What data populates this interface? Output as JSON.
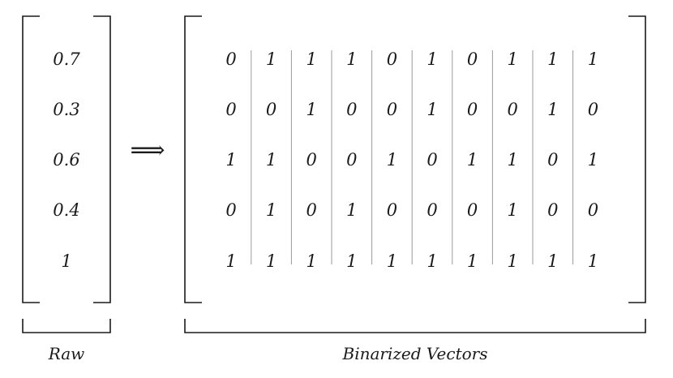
{
  "raw_vector": {
    "values": [
      "0.7",
      "0.3",
      "0.6",
      "0.4",
      "1"
    ],
    "label": "Raw"
  },
  "arrow_symbol": "⟹",
  "binarized_matrix": {
    "rows": [
      [
        "0",
        "1",
        "1",
        "1",
        "0",
        "1",
        "0",
        "1",
        "1",
        "1"
      ],
      [
        "0",
        "0",
        "1",
        "0",
        "0",
        "1",
        "0",
        "0",
        "1",
        "0"
      ],
      [
        "1",
        "1",
        "0",
        "0",
        "1",
        "0",
        "1",
        "1",
        "0",
        "1"
      ],
      [
        "0",
        "1",
        "0",
        "1",
        "0",
        "0",
        "0",
        "1",
        "0",
        "0"
      ],
      [
        "1",
        "1",
        "1",
        "1",
        "1",
        "1",
        "1",
        "1",
        "1",
        "1"
      ]
    ],
    "label": "Binarized Vectors"
  }
}
